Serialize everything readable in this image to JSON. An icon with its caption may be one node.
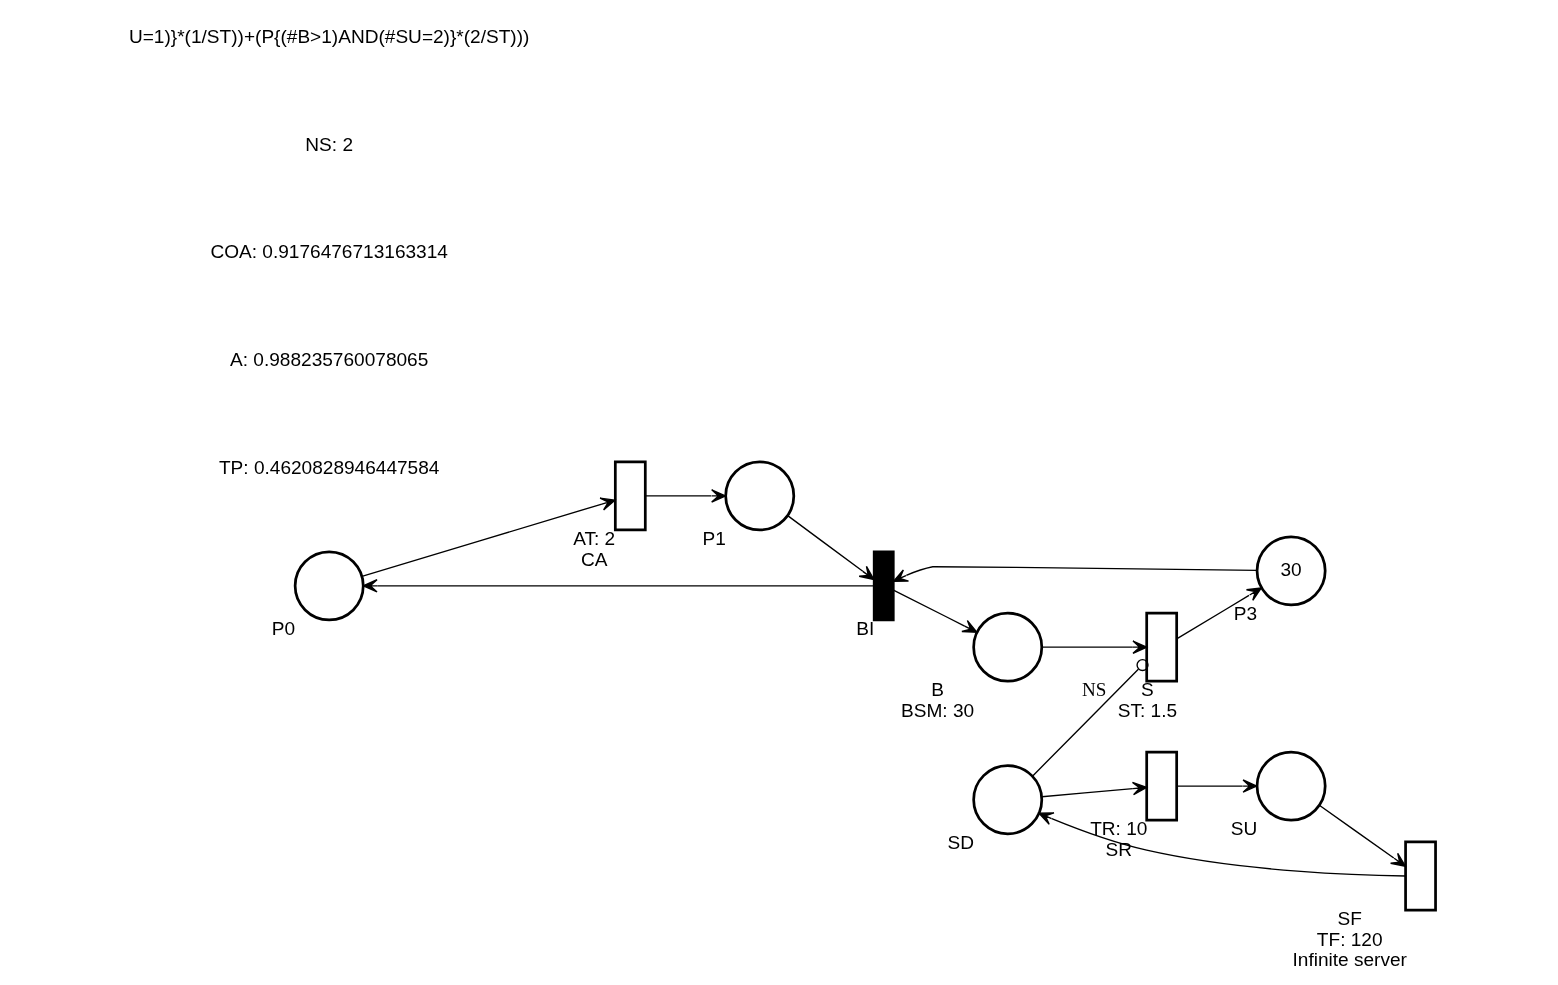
{
  "diagram": {
    "nodes": [
      {
        "text": [],
        "shape": "circle",
        "beside": [
          "P0"
        ]
      },
      {
        "text": [],
        "shape": "box",
        "beside": [
          "AT: 2",
          "CA"
        ]
      },
      {
        "text": [],
        "shape": "circle",
        "beside": [
          "P1"
        ]
      },
      {
        "text": [],
        "shape": "bar",
        "beside": [
          "BI"
        ]
      },
      {
        "text": [],
        "shape": "circle",
        "beside": [
          "B",
          "BSM: 30"
        ]
      },
      {
        "text": [],
        "shape": "box",
        "beside": [
          "S",
          "ST: 1.5"
        ]
      },
      {
        "text": [
          "30"
        ],
        "beside": [
          "P3"
        ]
      },
      {
        "text": [],
        "shape": "circle",
        "beside": [
          "SU"
        ]
      },
      {
        "text": [],
        "shape": "box",
        "beside": [
          "TR: 10",
          "SR"
        ]
      },
      {
        "text": [],
        "shape": "box",
        "beside": [
          "SF",
          "TF: 120",
          "Infinite server"
        ]
      },
      {
        "text": [],
        "shape": "circle",
        "beside": [
          "SD"
        ]
      }
    ],
    "edges": [
      {
        "from": 0,
        "to": 1,
        "arrow": "to"
      },
      {
        "from": 1,
        "to": 2,
        "arrow": "to"
      },
      {
        "from": 2,
        "to": 3,
        "arrow": "to"
      },
      {
        "from": 3,
        "to": 4,
        "arrow": "to"
      },
      {
        "from": 4,
        "to": 5,
        "arrow": "to"
      },
      {
        "from": 5,
        "to": 6,
        "arrow": "to"
      },
      {
        "from": 6,
        "to": 3,
        "arrow": "to"
      },
      {
        "from": 3,
        "to": 0,
        "arrow": "to"
      },
      {
        "from": 8,
        "to": 7,
        "arrow": "to"
      },
      {
        "from": 7,
        "to": 9,
        "arrow": "to"
      },
      {
        "from": 9,
        "to": 10,
        "arrow": "to"
      },
      {
        "from": 10,
        "to": 8,
        "arrow": "to"
      },
      {
        "from": 10,
        "to": 5,
        "arrow": "other",
        "label": "NS"
      }
    ],
    "labels": [
      "TP: 0.4620828946447584",
      "A: 0.988235760078065",
      "COA: 0.9176476713163314",
      "NS: 2",
      "U=1)}*(1/ST))+(P{(#B>1)AND(#SU=2)}*(2/ST)))"
    ]
  }
}
